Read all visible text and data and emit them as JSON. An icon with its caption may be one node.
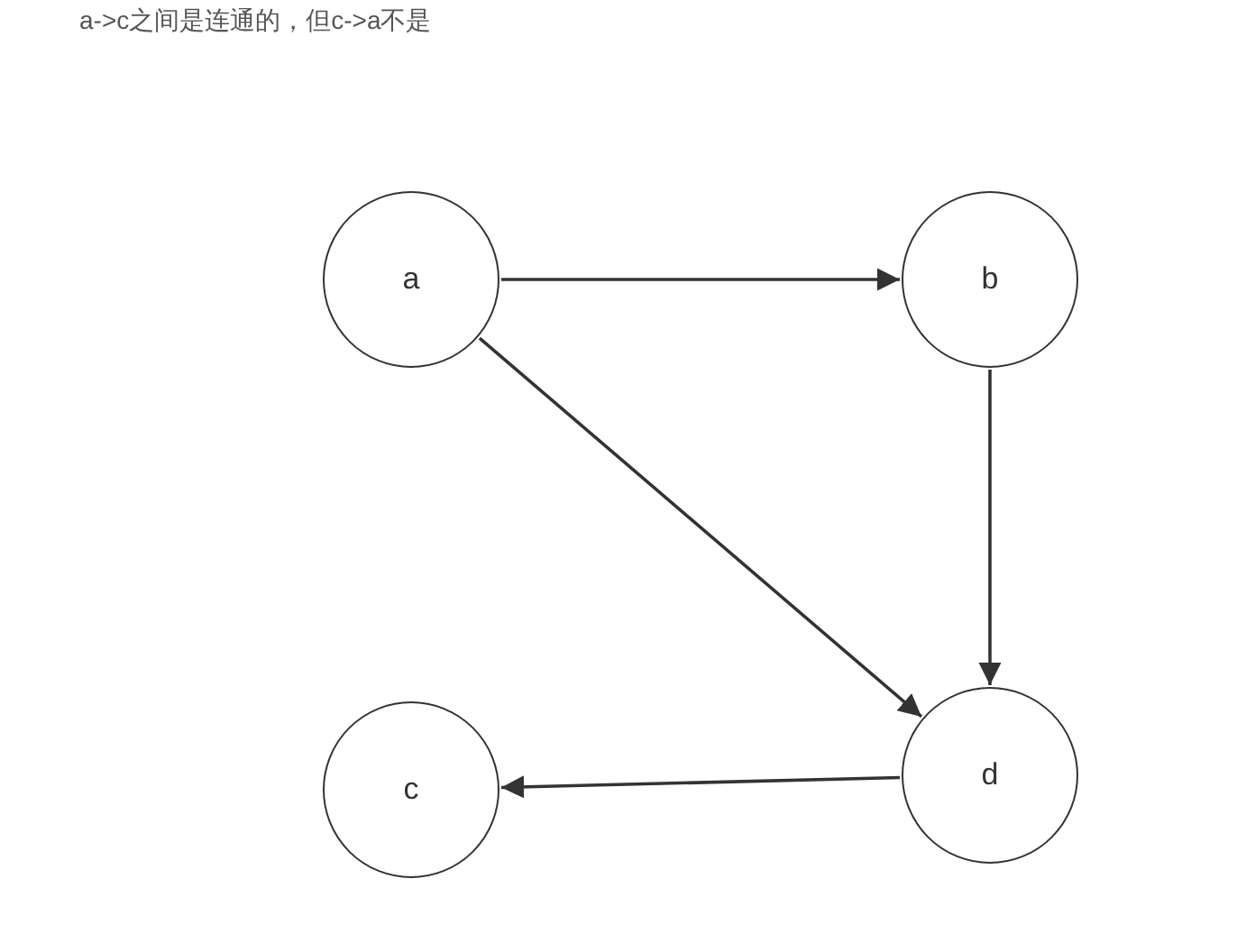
{
  "diagram": {
    "title": "a->c之间是连通的，但c->a不是",
    "nodes": [
      {
        "text": [
          "a"
        ]
      },
      {
        "text": [
          "b"
        ]
      },
      {
        "text": [
          "c"
        ]
      },
      {
        "text": [
          "d"
        ]
      }
    ],
    "edges": [
      {
        "from": 0,
        "to": 1,
        "arrow": "to"
      },
      {
        "from": 0,
        "to": 3,
        "arrow": "to"
      },
      {
        "from": 1,
        "to": 3,
        "arrow": "to"
      },
      {
        "from": 3,
        "to": 2,
        "arrow": "to"
      }
    ]
  }
}
